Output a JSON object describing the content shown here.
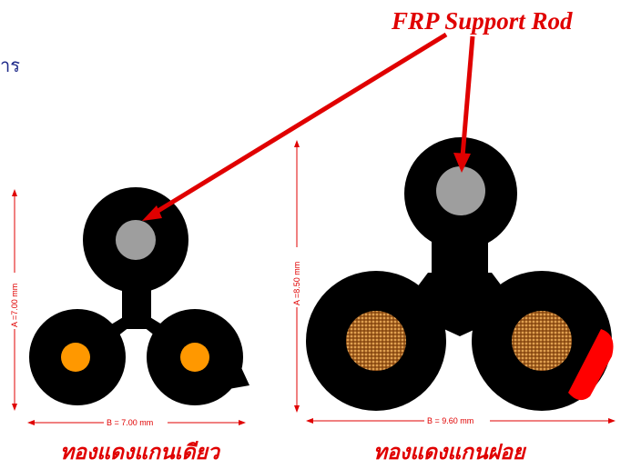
{
  "header": {
    "frp_label": "FRP Support Rod",
    "top_left_text": "าร"
  },
  "left_cable": {
    "caption": "ทองแดงแกนเดียว",
    "dim_a": "A =7.00 mm",
    "dim_b": "B = 7.00 mm"
  },
  "right_cable": {
    "caption": "ทองแดงแกนฝอย",
    "dim_a": "A =8.50 mm",
    "dim_b": "B = 9.60 mm"
  },
  "colors": {
    "jacket": "#000000",
    "frp_rod": "#9e9e9e",
    "solid_copper": "#ff9800",
    "stranded_copper": "#b5651d",
    "arrow": "#e00000",
    "dimension": "#e00000",
    "label": "#e00000"
  }
}
